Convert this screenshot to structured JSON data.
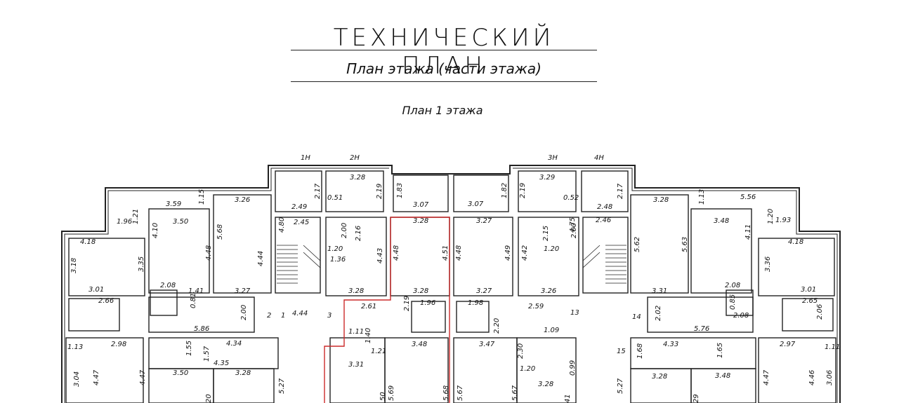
{
  "header": {
    "title": "ТЕХНИЧЕСКИЙ ПЛАН",
    "subtitle": "План этажа (части этажа)",
    "caption": "План 1 этажа"
  },
  "colors": {
    "ink": "#222222",
    "highlight": "#cc2a2a"
  },
  "plan": {
    "apartment_labels": [
      "1Н",
      "2Н",
      "3Н",
      "4Н"
    ],
    "room_numbers": [
      "1",
      "2",
      "3",
      "13",
      "14",
      "15"
    ],
    "dimensions": [
      "3.28",
      "2.17",
      "2.19",
      "2.49",
      "0.51",
      "1.83",
      "3.07",
      "1.82",
      "3.29",
      "2.19",
      "0.52",
      "2.17",
      "2.48",
      "3.59",
      "1.15",
      "3.26",
      "5.56",
      "1.13",
      "3.28",
      "1.96",
      "1.21",
      "3.50",
      "4.80",
      "2.45",
      "3.07",
      "3.28",
      "3.27",
      "4.75",
      "2.46",
      "1.20",
      "1.93",
      "3.48",
      "4.10",
      "2.00",
      "2.16",
      "2.15",
      "2.00",
      "4.18",
      "5.68",
      "1.20",
      "4.43",
      "4.48",
      "4.51",
      "4.48",
      "4.49",
      "4.42",
      "5.62",
      "5.63",
      "4.11",
      "4.18",
      "3.18",
      "4.48",
      "1.36",
      "3.35",
      "3.36",
      "4.44",
      "3.01",
      "3.28",
      "3.28",
      "3.27",
      "3.26",
      "3.31",
      "2.08",
      "3.01",
      "2.08",
      "1.41",
      "3.27",
      "2.61",
      "2.19",
      "1.96",
      "1.98",
      "2.59",
      "2.65",
      "2.66",
      "0.81",
      "0.85",
      "2.08",
      "2.00",
      "4.44",
      "1.20",
      "2.20",
      "1.09",
      "2.02",
      "5.86",
      "1.11",
      "1.40",
      "3.48",
      "3.47",
      "5.76",
      "2.06",
      "2.98",
      "4.34",
      "1.21",
      "2.30",
      "4.33",
      "2.97",
      "1.13",
      "1.55",
      "1.57",
      "4.35",
      "3.31",
      "1.68",
      "1.65",
      "1.11",
      "3.04",
      "4.47",
      "4.47",
      "3.50",
      "3.28",
      "1.20",
      "0.99",
      "3.28",
      "3.48",
      "4.47",
      "4.46",
      "3.06",
      "5.27",
      "5.69",
      "5.68",
      "5.67",
      "5.67",
      "5.27",
      "3.28",
      "50",
      "20",
      "41",
      "29"
    ]
  }
}
